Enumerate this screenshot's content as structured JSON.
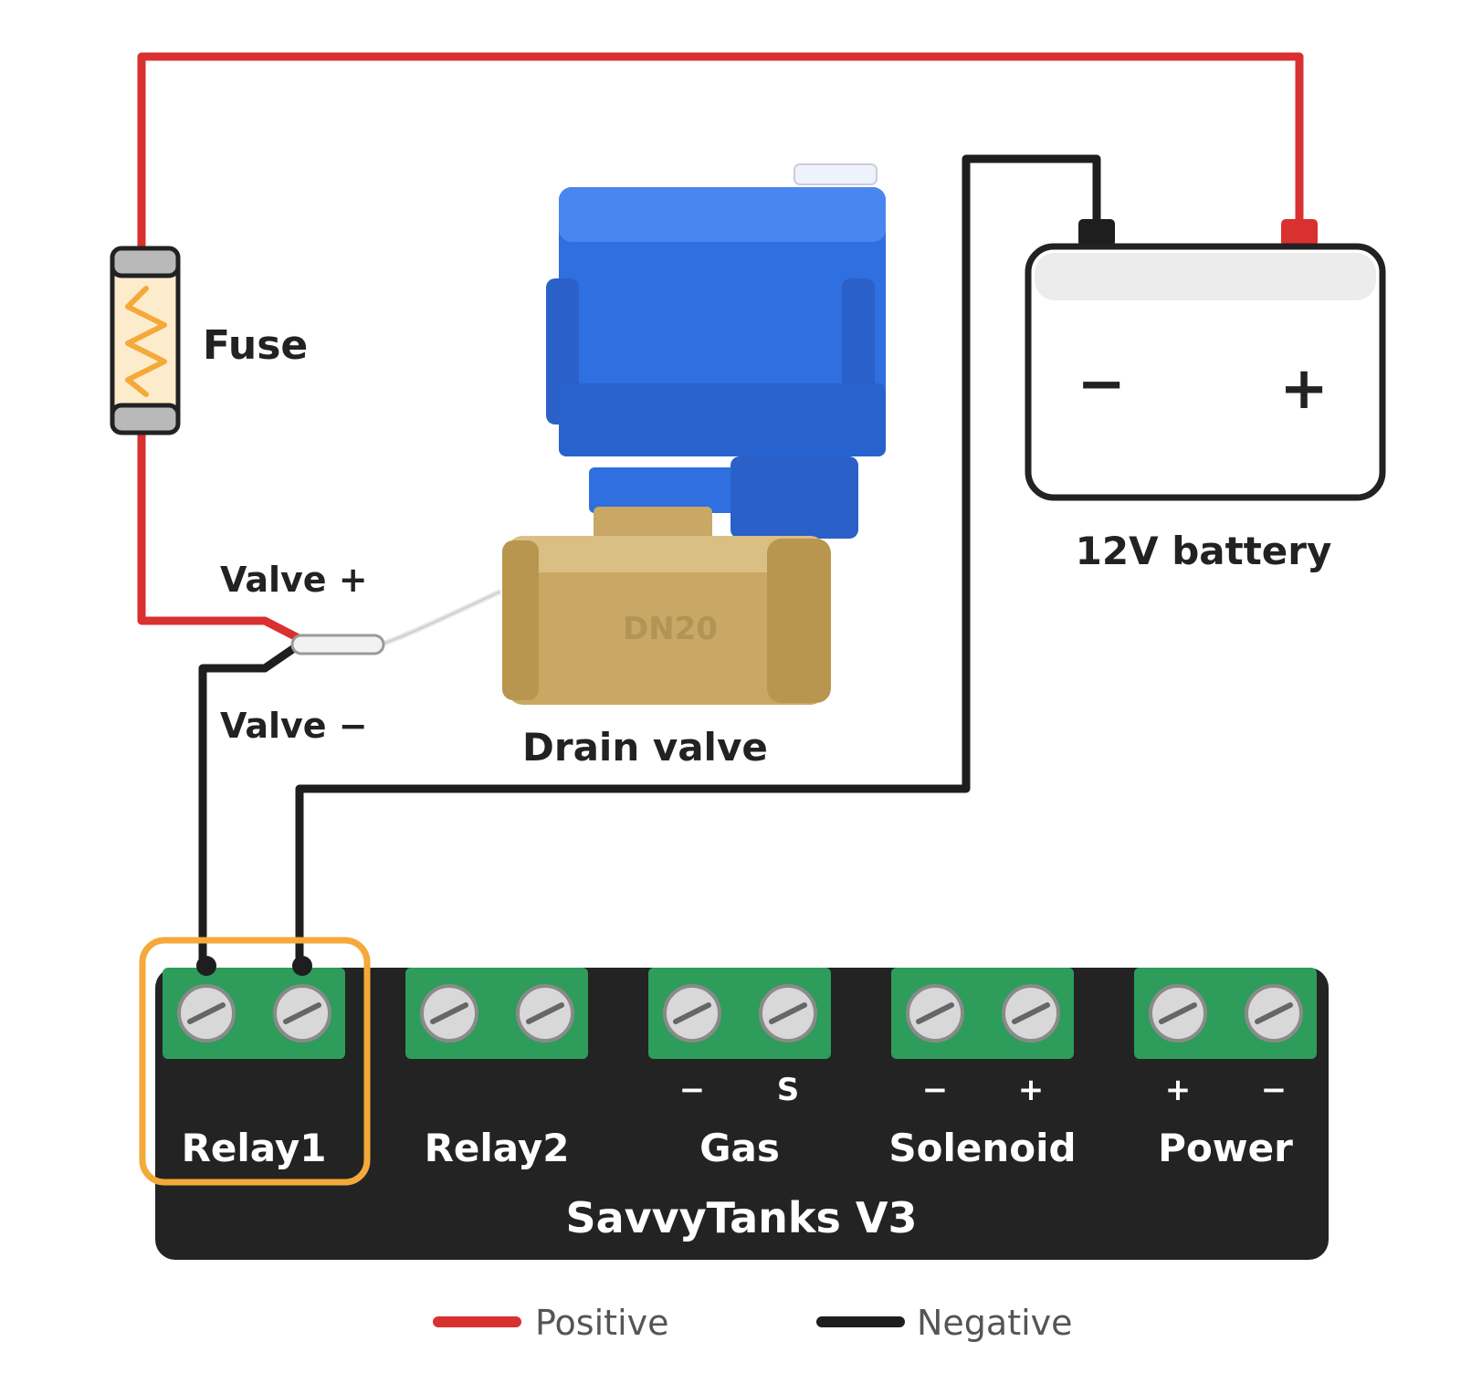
{
  "labels": {
    "fuse": "Fuse",
    "valve_plus": "Valve +",
    "valve_minus": "Valve −",
    "drain_valve": "Drain valve",
    "battery": "12V battery",
    "battery_minus": "−",
    "battery_plus": "+",
    "valve_body_marking": "DN20"
  },
  "board": {
    "name": "SavvyTanks V3",
    "terminals": [
      {
        "label": "Relay1",
        "pin_left": "",
        "pin_right": "",
        "highlighted": true
      },
      {
        "label": "Relay2",
        "pin_left": "",
        "pin_right": "",
        "highlighted": false
      },
      {
        "label": "Gas",
        "pin_left": "−",
        "pin_right": "S",
        "highlighted": false
      },
      {
        "label": "Solenoid",
        "pin_left": "−",
        "pin_right": "+",
        "highlighted": false
      },
      {
        "label": "Power",
        "pin_left": "+",
        "pin_right": "−",
        "highlighted": false
      }
    ]
  },
  "legend": {
    "positive": "Positive",
    "negative": "Negative"
  },
  "colors": {
    "positive": "#d93030",
    "negative": "#1e1e1e",
    "highlight": "#f4a93a",
    "terminal_green": "#2e9c5a",
    "board": "#232323",
    "valve_blue": "#2f6fe0",
    "valve_brass": "#c8a864"
  }
}
